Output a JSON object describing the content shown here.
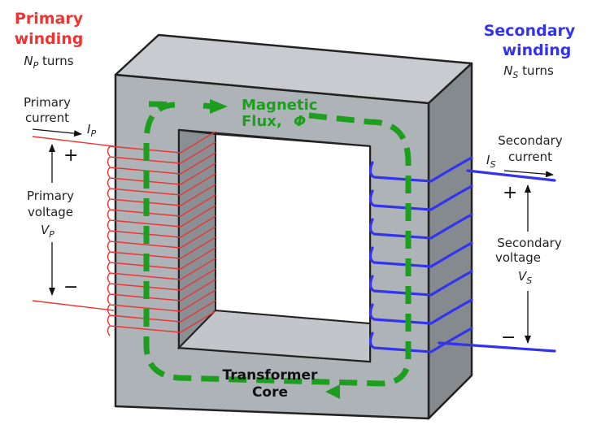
{
  "primary": {
    "title_line1": "Primary",
    "title_line2": "winding",
    "turns_sym": "N",
    "turns_sub": "P",
    "turns_word": " turns",
    "current_line1": "Primary",
    "current_line2": "current",
    "current_sym": "I",
    "current_sub": "P",
    "voltage_line1": "Primary",
    "voltage_line2": "voltage",
    "voltage_sym": "V",
    "voltage_sub": "P",
    "plus": "+",
    "minus": "−",
    "color": "#ee3333"
  },
  "secondary": {
    "title_line1": "Secondary",
    "title_line2": "winding",
    "turns_sym": "N",
    "turns_sub": "S",
    "turns_word": " turns",
    "current_line1": "Secondary",
    "current_line2": "current",
    "current_sym": "I",
    "current_sub": "S",
    "voltage_line1": "Secondary",
    "voltage_line2": "voltage",
    "voltage_sym": "V",
    "voltage_sub": "S",
    "plus": "+",
    "minus": "−",
    "color": "#3333ee"
  },
  "flux": {
    "line1": "Magnetic",
    "line2": "Flux,",
    "symbol": "Φ",
    "color": "#1e9e1e"
  },
  "core": {
    "line1": "Transformer",
    "line2": "Core",
    "front_color": "#aeb3b8",
    "side_color": "#858a8f",
    "top_color": "#c8ccd0"
  }
}
